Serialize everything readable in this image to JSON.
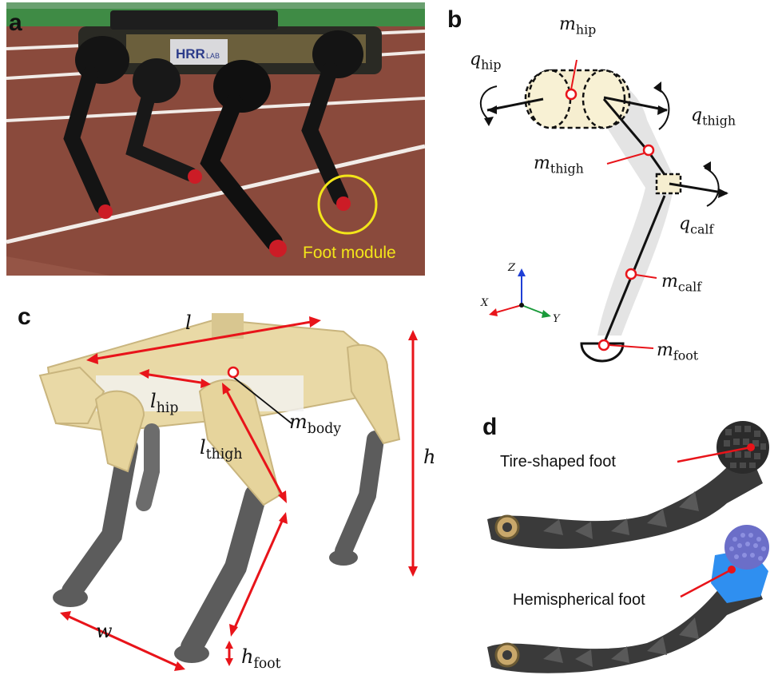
{
  "panels": {
    "a": {
      "label": "a",
      "robot_logo": "HRR",
      "robot_logo_sub": "LAB",
      "callout": "Foot  module",
      "callout_color": "#f2e51a"
    },
    "b": {
      "label": "b",
      "q_hip": {
        "base": "q",
        "sub": "hip"
      },
      "m_hip": {
        "base": "m",
        "sub": "hip"
      },
      "q_thigh": {
        "base": "q",
        "sub": "thigh"
      },
      "m_thigh": {
        "base": "m",
        "sub": "thigh"
      },
      "q_calf": {
        "base": "q",
        "sub": "calf"
      },
      "m_calf": {
        "base": "m",
        "sub": "calf"
      },
      "m_foot": {
        "base": "m",
        "sub": "foot"
      },
      "axis_z": "Z",
      "axis_x": "X",
      "axis_y": "Y"
    },
    "c": {
      "label": "c",
      "l": "l",
      "l_hip": {
        "base": "l",
        "sub": "hip"
      },
      "l_thigh": {
        "base": "l",
        "sub": "thigh"
      },
      "m_body": {
        "base": "m",
        "sub": "body"
      },
      "h": "h",
      "w": "w",
      "h_foot": {
        "base": "h",
        "sub": "foot"
      }
    },
    "d": {
      "label": "d",
      "tire_foot": "Tire-shaped foot",
      "hemi_foot": "Hemispherical foot"
    }
  },
  "colors": {
    "accent_red": "#e8141a",
    "robot_body": "#e9d9a6",
    "leg_dark": "#555555",
    "track": "#8a4a3c",
    "grass": "#3f8b45",
    "hemi_blue": "#2f8ff0"
  }
}
